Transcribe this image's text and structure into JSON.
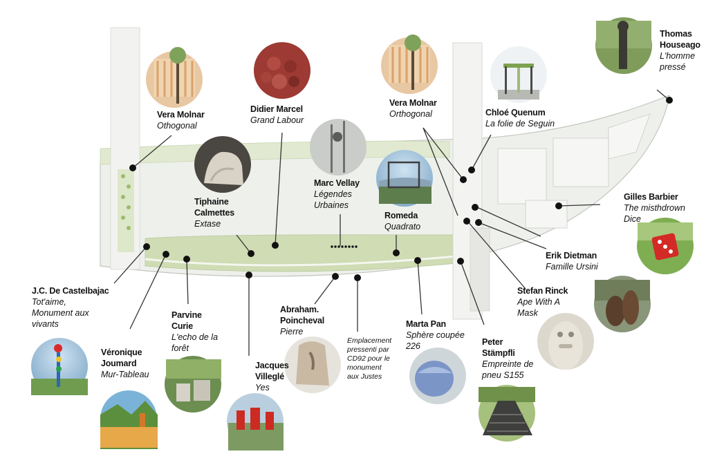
{
  "colors": {
    "site_fill": "#eceeea",
    "site_edge": "#b9bdb4",
    "green_fill": "#cfdcb4",
    "green_light": "#e2ead2",
    "road": "#f3f3f1",
    "dot": "#111111",
    "line": "#333333"
  },
  "artworks": [
    {
      "key": "vera1",
      "name": "Vera Molnar",
      "work": "Othogonal",
      "photo": "facade-trees-photo"
    },
    {
      "key": "marcel",
      "name": "Didier Marcel",
      "work": "Grand Labour",
      "photo": "red-texture-photo"
    },
    {
      "key": "calmettes",
      "name": "Tiphaine\nCalmettes",
      "work": "Extase",
      "photo": "stone-sculpture-photo"
    },
    {
      "key": "vellay",
      "name": "Marc Vellay",
      "work": "Légendes\nUrbaines",
      "photo": "metal-figure-photo"
    },
    {
      "key": "romeda",
      "name": "Romeda",
      "work": "Quadrato",
      "photo": "frame-landscape-photo"
    },
    {
      "key": "vera2",
      "name": "Vera Molnar",
      "work": "Orthogonal",
      "photo": "facade-trees-photo"
    },
    {
      "key": "quenum",
      "name": "Chloé Quenum",
      "work": "La folie de Seguin",
      "photo": "pavilion-photo"
    },
    {
      "key": "houseago",
      "name": "Thomas\nHouseago",
      "work": "L'homme\npressé",
      "photo": "tall-figure-photo"
    },
    {
      "key": "barbier",
      "name": "Gilles Barbier",
      "work": "The misthdrown\nDice",
      "photo": "red-dice-photo"
    },
    {
      "key": "dietman",
      "name": "Erik Dietman",
      "work": "Famille Ursini",
      "photo": "bronze-figures-photo"
    },
    {
      "key": "rinck",
      "name": "Stefan Rinck",
      "work": "Ape With A\nMask",
      "photo": "stone-ape-photo"
    },
    {
      "key": "castelbajac",
      "name": "J.C. De Castelbajac",
      "work": "Tot'aime,\nMonument aux\nvivants",
      "photo": "totem-photo"
    },
    {
      "key": "joumard",
      "name": "Véronique\nJoumard",
      "work": "Mur-Tableau",
      "photo": "painted-wall-photo"
    },
    {
      "key": "curie",
      "name": "Parvine\nCurie",
      "work": "L'echo de la\nforêt",
      "photo": "concrete-blocks-photo"
    },
    {
      "key": "villegle",
      "name": "Jacques\nVilleglé",
      "work": "Yes",
      "photo": "red-letters-photo"
    },
    {
      "key": "poincheval",
      "name": "Abraham.\nPoincheval",
      "work": "Pierre",
      "photo": "carved-stone-photo"
    },
    {
      "key": "justes",
      "name": "",
      "work": "Emplacement\npressenti par\nCD92 pour le\nmonument\naux Justes",
      "photo": ""
    },
    {
      "key": "pan",
      "name": "Marta Pan",
      "work": "Sphère coupée\n226",
      "photo": "cut-sphere-photo"
    },
    {
      "key": "stampfli",
      "name": "Peter\nStämpfli",
      "work": "Empreinte de\npneu S155",
      "photo": "tyre-print-photo"
    }
  ]
}
